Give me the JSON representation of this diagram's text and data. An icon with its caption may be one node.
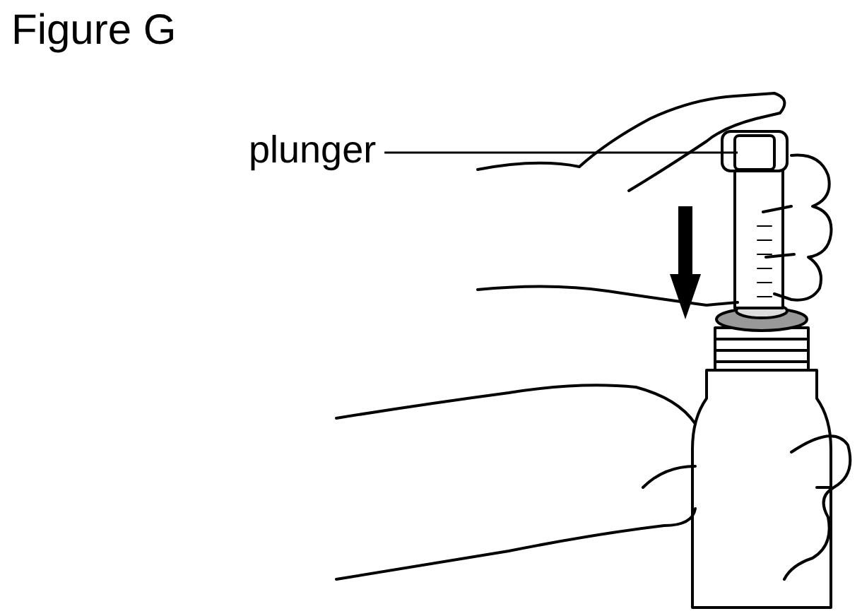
{
  "diagram": {
    "title": "Figure G",
    "nodes": [
      {
        "text": [
          "plunger"
        ]
      },
      {
        "text": [],
        "shape": "picture"
      }
    ],
    "edges": [
      {
        "from": 0,
        "to": 1,
        "arrow": "none"
      }
    ]
  }
}
